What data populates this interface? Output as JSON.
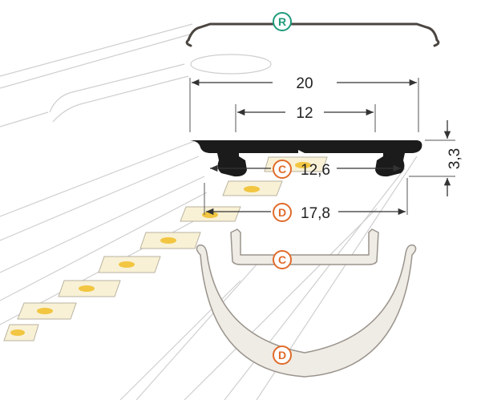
{
  "labels": {
    "R": "R",
    "C": "C",
    "D": "D"
  },
  "dimensions": {
    "width_outer": "20",
    "width_inner": "12",
    "height": "3,3",
    "cover_c_width": "12,6",
    "cover_d_width": "17,8"
  },
  "colors": {
    "profile": "#1b1b1b",
    "cover_fill": "#efebe5",
    "cover_stroke": "#9a948c",
    "badge_orange": "#e06b2a",
    "badge_teal": "#1f9a7a",
    "led_yellow": "#f2c641",
    "led_pad": "#f8f1d6",
    "dim_line": "#333333",
    "ghost_line": "#c9c9c9"
  }
}
